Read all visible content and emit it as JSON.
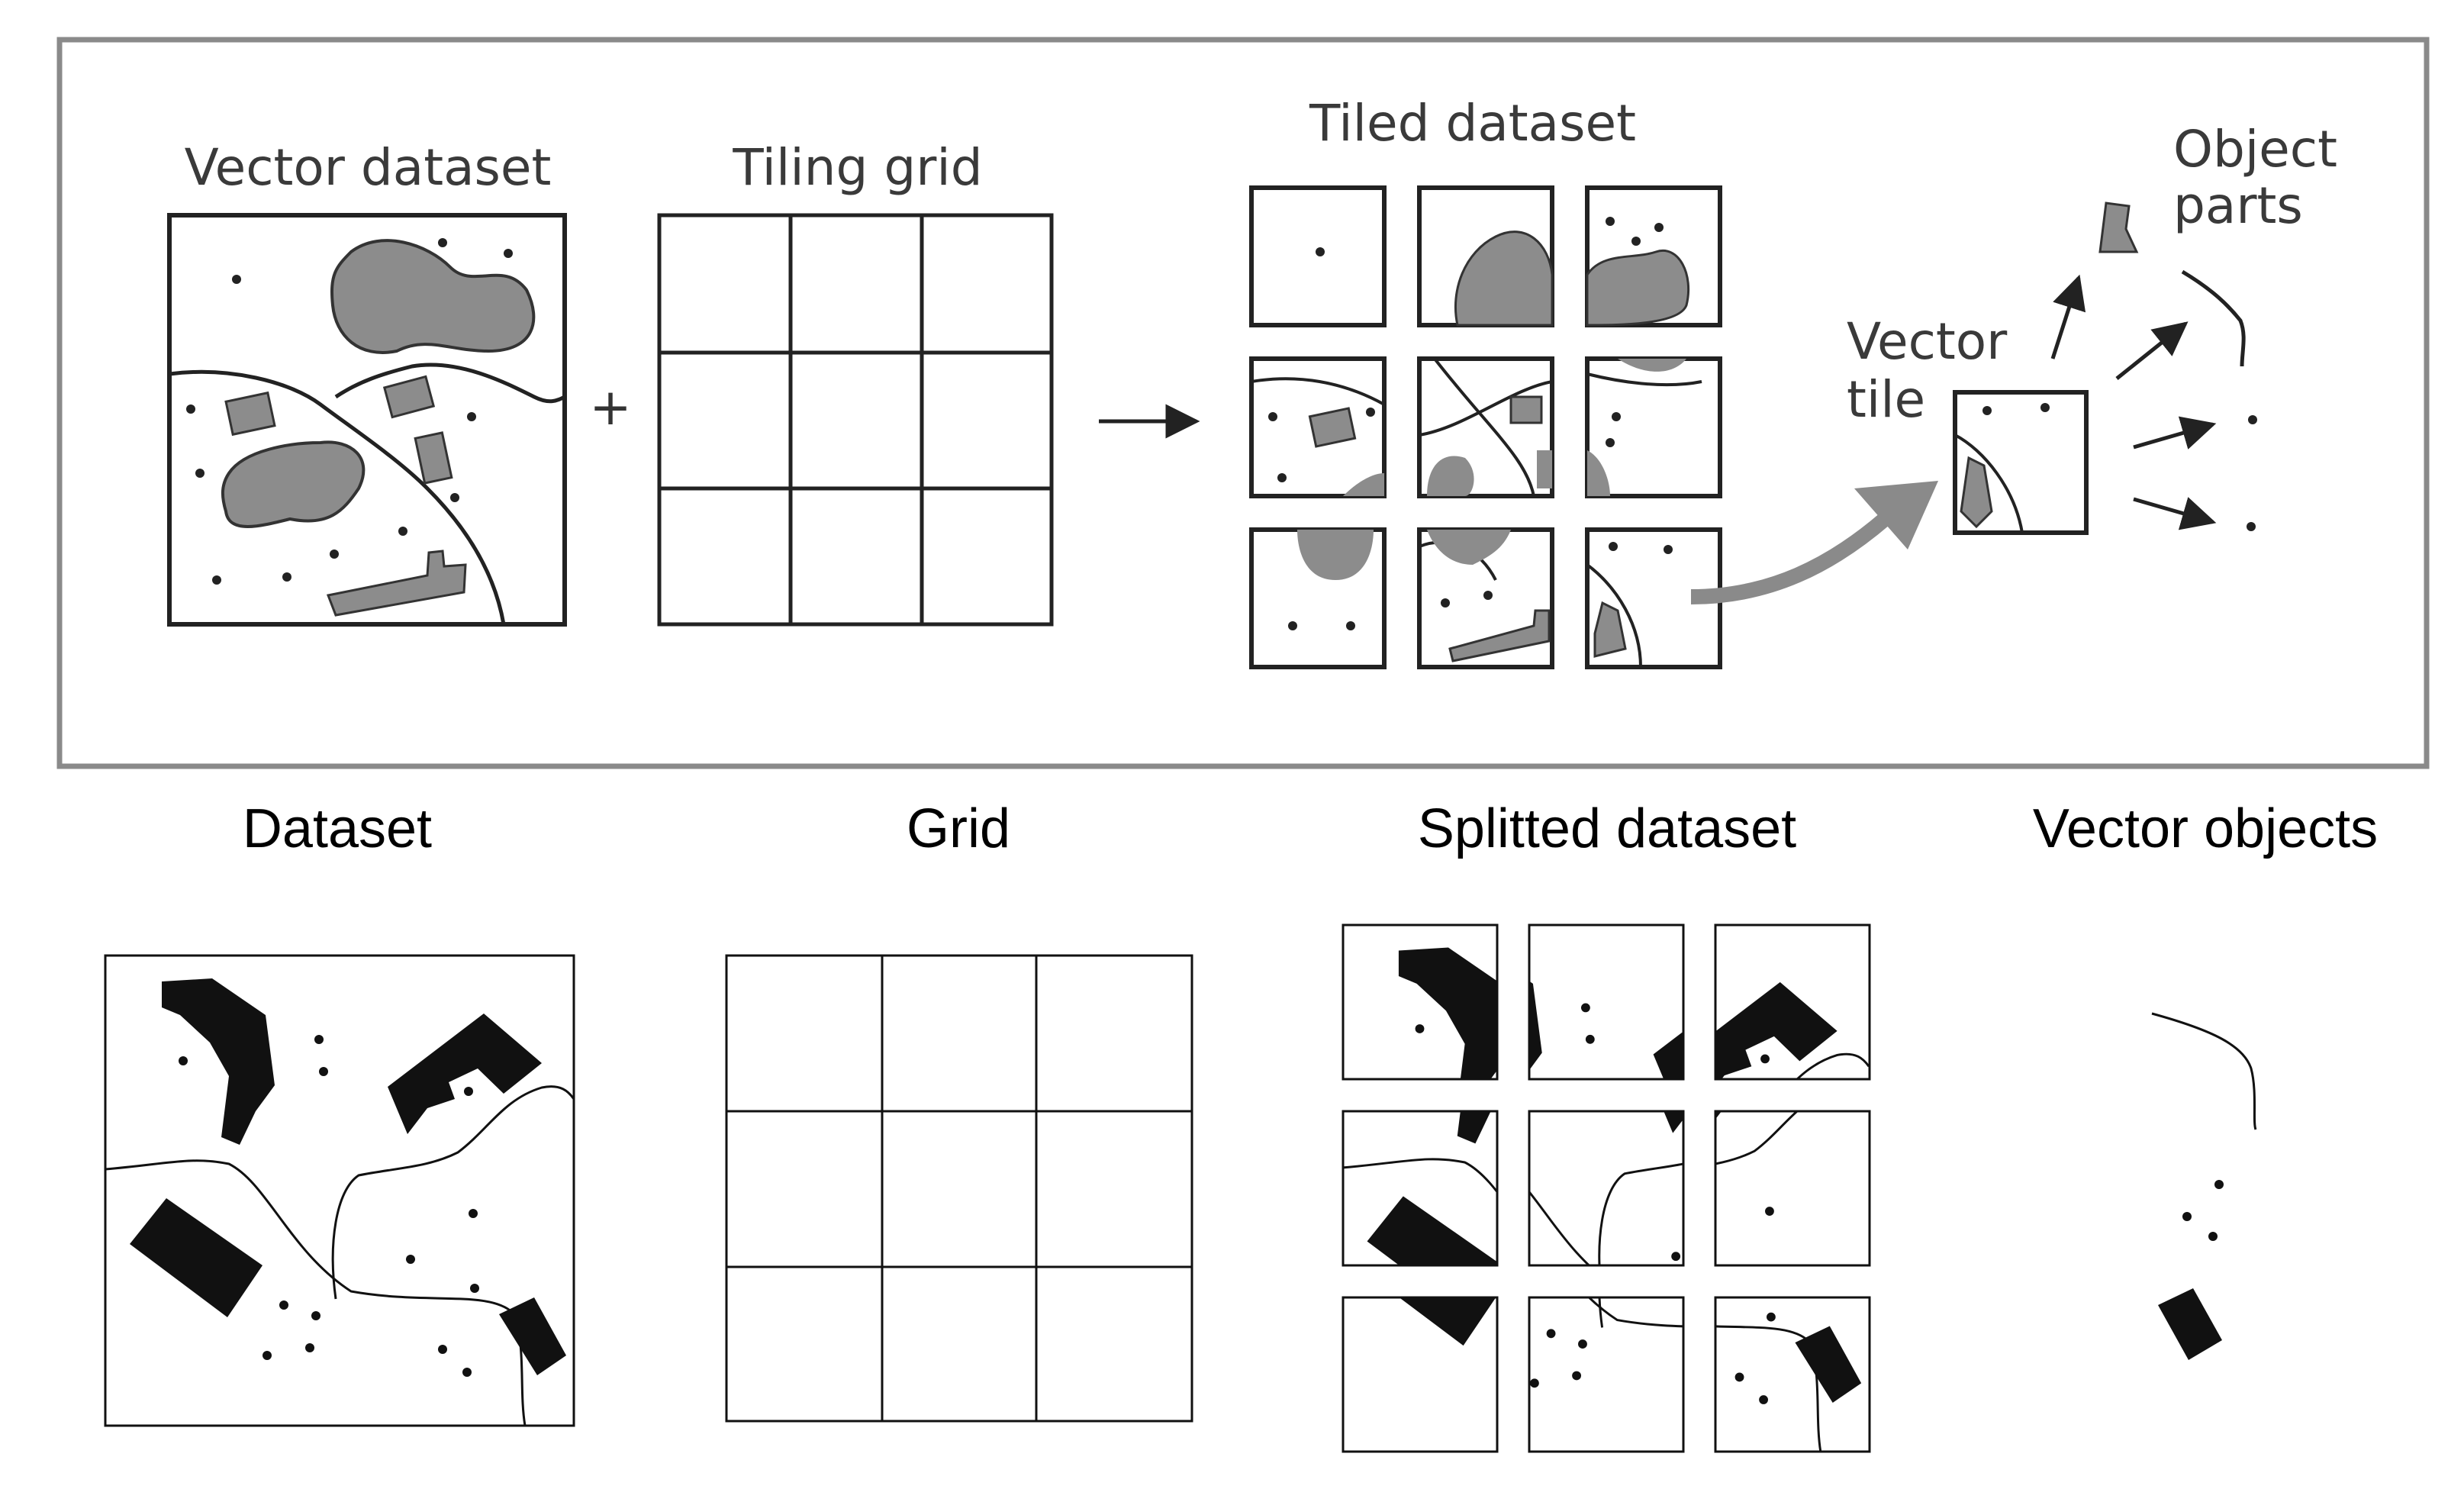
{
  "top_panel": {
    "labels": {
      "vector_dataset": "Vector dataset",
      "tiling_grid": "Tiling grid",
      "tiled_dataset": "Tiled dataset",
      "vector_tile_line1": "Vector",
      "vector_tile_line2": "tile",
      "object_parts_line1": "Object",
      "object_parts_line2": "parts"
    },
    "plus_symbol": "+"
  },
  "bottom_panel": {
    "labels": {
      "dataset": "Dataset",
      "grid": "Grid",
      "splitted_dataset": "Splitted dataset",
      "vector_objects": "Vector objects"
    }
  },
  "colors": {
    "frame": "#8a8a8a",
    "gray_fill": "#8c8c8c",
    "black_fill": "#1a1a1a",
    "stroke": "#222222"
  }
}
